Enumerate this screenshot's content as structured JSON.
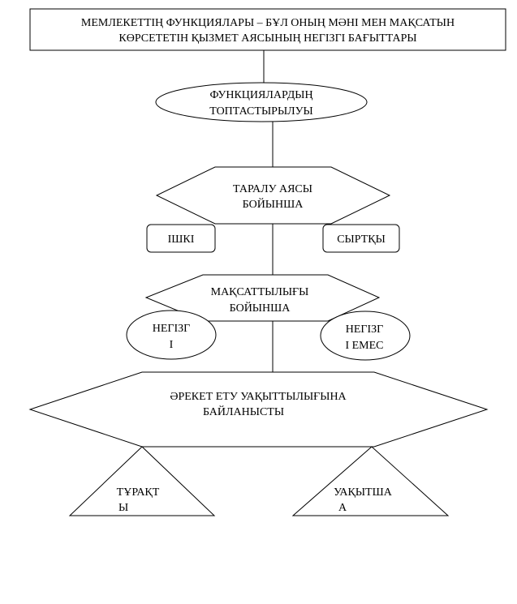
{
  "title": {
    "line1": "МЕМЛЕКЕТТІҢ ФУНКЦИЯЛАРЫ – БҰЛ ОНЫҢ МӘНІ МЕН МАҚСАТЫН",
    "line2": "КӨРСЕТЕТІН ҚЫЗМЕТ АЯСЫНЫҢ НЕГІЗГІ БАҒЫТТАРЫ"
  },
  "grouping": {
    "line1": "ФУНКЦИЯЛАРДЫҢ",
    "line2": "ТОПТАСТЫРЫЛУЫ"
  },
  "scope": {
    "line1": "ТАРАЛУ АЯСЫ",
    "line2": "БОЙЫНША",
    "internal": "ІШКІ",
    "external": "СЫРТҚЫ"
  },
  "purpose": {
    "line1": "МАҚСАТТЫЛЫҒЫ",
    "line2": "БОЙЫНША",
    "main": {
      "line1": "НЕГІЗГ",
      "line2": "І"
    },
    "secondary": {
      "line1": "НЕГІЗГ",
      "line2": "І ЕМЕС"
    }
  },
  "timing": {
    "line1": "ӘРЕКЕТ ЕТУ УАҚЫТТЫЛЫҒЫНА",
    "line2": "БАЙЛАНЫСТЫ",
    "permanent": {
      "line1": "ТҰРАҚТ",
      "line2": "Ы"
    },
    "temporary": {
      "line1": "УАҚЫТША",
      "line2": "А"
    }
  }
}
